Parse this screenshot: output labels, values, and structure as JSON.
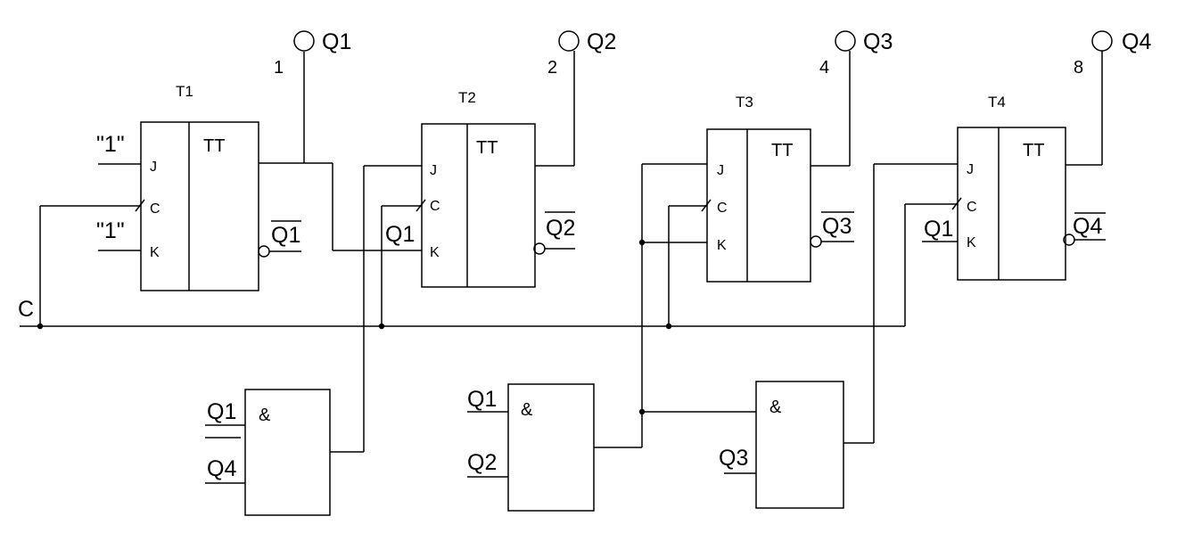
{
  "clock_label": "C",
  "const_one": "\"1\"",
  "flip_flops": [
    {
      "name": "T1",
      "type_label": "TT",
      "pin_j": "J",
      "pin_c": "C",
      "pin_k": "K",
      "inv_output": "Q1"
    },
    {
      "name": "T2",
      "type_label": "TT",
      "pin_j": "J",
      "pin_c": "C",
      "pin_k": "K",
      "inv_output": "Q2"
    },
    {
      "name": "T3",
      "type_label": "TT",
      "pin_j": "J",
      "pin_c": "C",
      "pin_k": "K",
      "inv_output": "Q3"
    },
    {
      "name": "T4",
      "type_label": "TT",
      "pin_j": "J",
      "pin_c": "C",
      "pin_k": "K",
      "inv_output": "Q4"
    }
  ],
  "outputs": [
    {
      "label": "Q1",
      "weight": "1"
    },
    {
      "label": "Q2",
      "weight": "2"
    },
    {
      "label": "Q3",
      "weight": "4"
    },
    {
      "label": "Q4",
      "weight": "8"
    }
  ],
  "and_gates": [
    {
      "symbol": "&",
      "inputs": [
        "Q1",
        "Q4"
      ]
    },
    {
      "symbol": "&",
      "inputs": [
        "Q1",
        "Q2"
      ]
    },
    {
      "symbol": "&",
      "inputs": [
        "Q3"
      ]
    }
  ],
  "k_inputs": {
    "t2": "Q1",
    "t4": "Q1"
  }
}
